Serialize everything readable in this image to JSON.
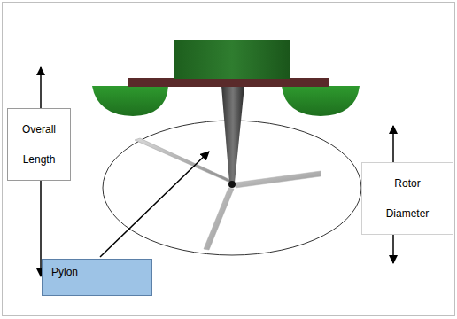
{
  "diagram": {
    "nodes": [
      {
        "text": [
          "Overall Length"
        ]
      },
      {
        "text": [
          "Rotor Diameter"
        ]
      },
      {
        "text": [
          "Pylon"
        ]
      }
    ]
  }
}
